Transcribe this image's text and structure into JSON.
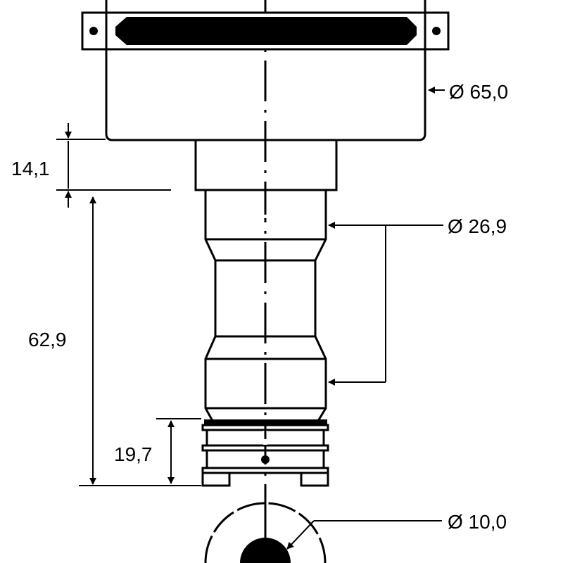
{
  "drawing": {
    "dimensions": {
      "housing_diameter": "Ø 65,0",
      "neck_height": "14,1",
      "tube_diameter": "Ø 26,9",
      "tube_length": "62,9",
      "base_height": "19,7",
      "tip_diameter": "Ø 10,0"
    },
    "colors": {
      "line": "#000000",
      "background": "#ffffff"
    }
  }
}
